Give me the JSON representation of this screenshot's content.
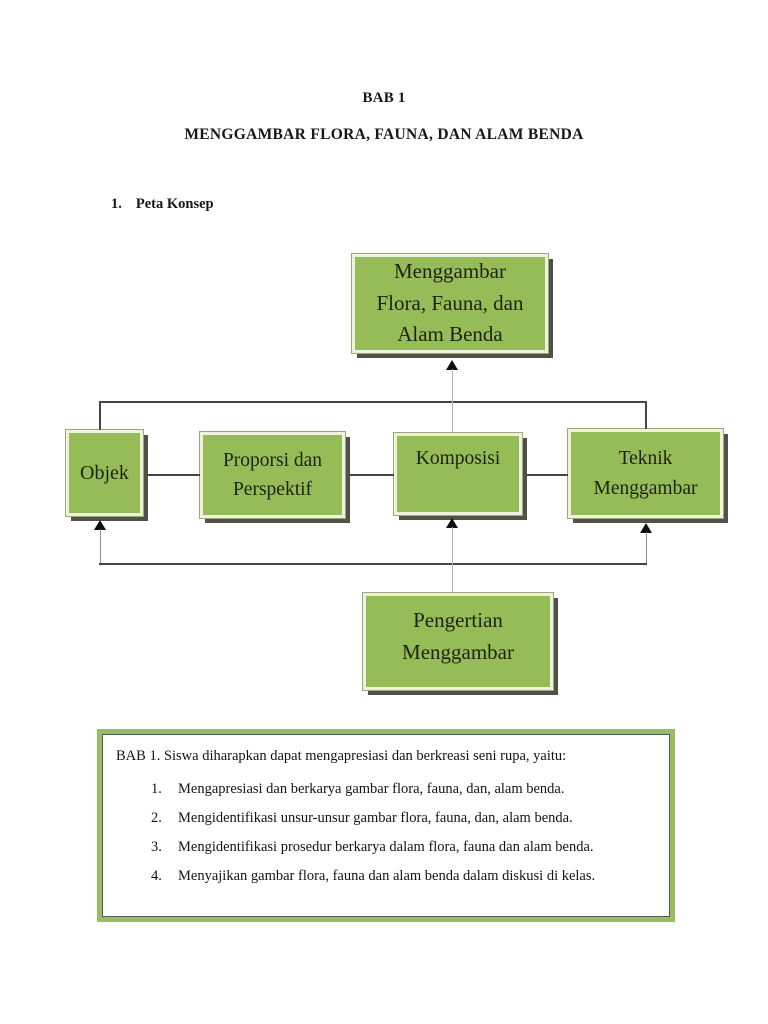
{
  "page": {
    "chapter_title": "BAB 1",
    "main_title": "MENGGAMBAR FLORA, FAUNA, DAN ALAM BENDA",
    "section_number": "1.",
    "section_title": "Peta Konsep"
  },
  "diagram": {
    "type": "concept-map",
    "nodes": {
      "root": {
        "label": "Menggambar\nFlora, Fauna, dan\nAlam Benda"
      },
      "objek": {
        "label": "Objek"
      },
      "proporsi": {
        "label": "Proporsi dan\nPerspektif"
      },
      "komposisi": {
        "label": "Komposisi"
      },
      "teknik": {
        "label": "Teknik\nMenggambar"
      },
      "pengertian": {
        "label": "Pengertian\nMenggambar"
      }
    },
    "edges": [
      "komposisi -> root (arrow up)",
      "objek - proporsi - komposisi - teknik (horizontal links)",
      "pengertian -> objek (arrow up)",
      "pengertian -> komposisi (arrow up)",
      "pengertian -> teknik (arrow up)"
    ],
    "colors": {
      "box_fill": "#95bc56",
      "box_inner_border": "#eef3e0",
      "box_outline": "#9aa87e",
      "box_shadow": "#515149",
      "line_dark": "#454545",
      "line_light": "#b3b3b3",
      "arrow": "#0e0e0e",
      "frame_border": "#99bd63"
    }
  },
  "objectives": {
    "intro": "BAB 1. Siswa diharapkan  dapat mengapresiasi dan berkreasi seni rupa, yaitu:",
    "items": [
      {
        "num": "1.",
        "text": "Mengapresiasi dan berkarya gambar flora, fauna, dan, alam benda."
      },
      {
        "num": "2.",
        "text": "Mengidentifikasi unsur-unsur gambar flora, fauna, dan, alam benda."
      },
      {
        "num": "3.",
        "text": "Mengidentifikasi prosedur berkarya dalam flora, fauna dan alam benda."
      },
      {
        "num": "4.",
        "text": "Menyajikan gambar flora, fauna dan alam benda dalam diskusi di kelas."
      }
    ]
  }
}
